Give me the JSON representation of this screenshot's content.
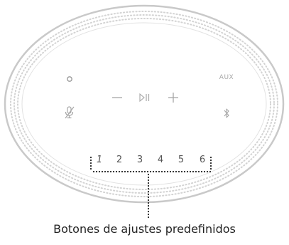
{
  "speaker_top": {
    "controls": {
      "power_icon": "power-icon",
      "mic_off_icon": "mic-off-icon",
      "volume_down_icon": "volume-down-icon",
      "play_pause_icon": "play-pause-icon",
      "volume_up_icon": "volume-up-icon",
      "aux_label": "AUX",
      "bluetooth_icon": "bluetooth-icon"
    },
    "presets": [
      "1",
      "2",
      "3",
      "4",
      "5",
      "6"
    ]
  },
  "callout": {
    "caption": "Botones de ajustes predefinidos"
  },
  "colors": {
    "outline": "#c9c9c9",
    "grille_dots": "#d3d3d3",
    "icons": "#a6a6a6",
    "preset_numbers": "#555555",
    "callout_dots": "#222222"
  }
}
